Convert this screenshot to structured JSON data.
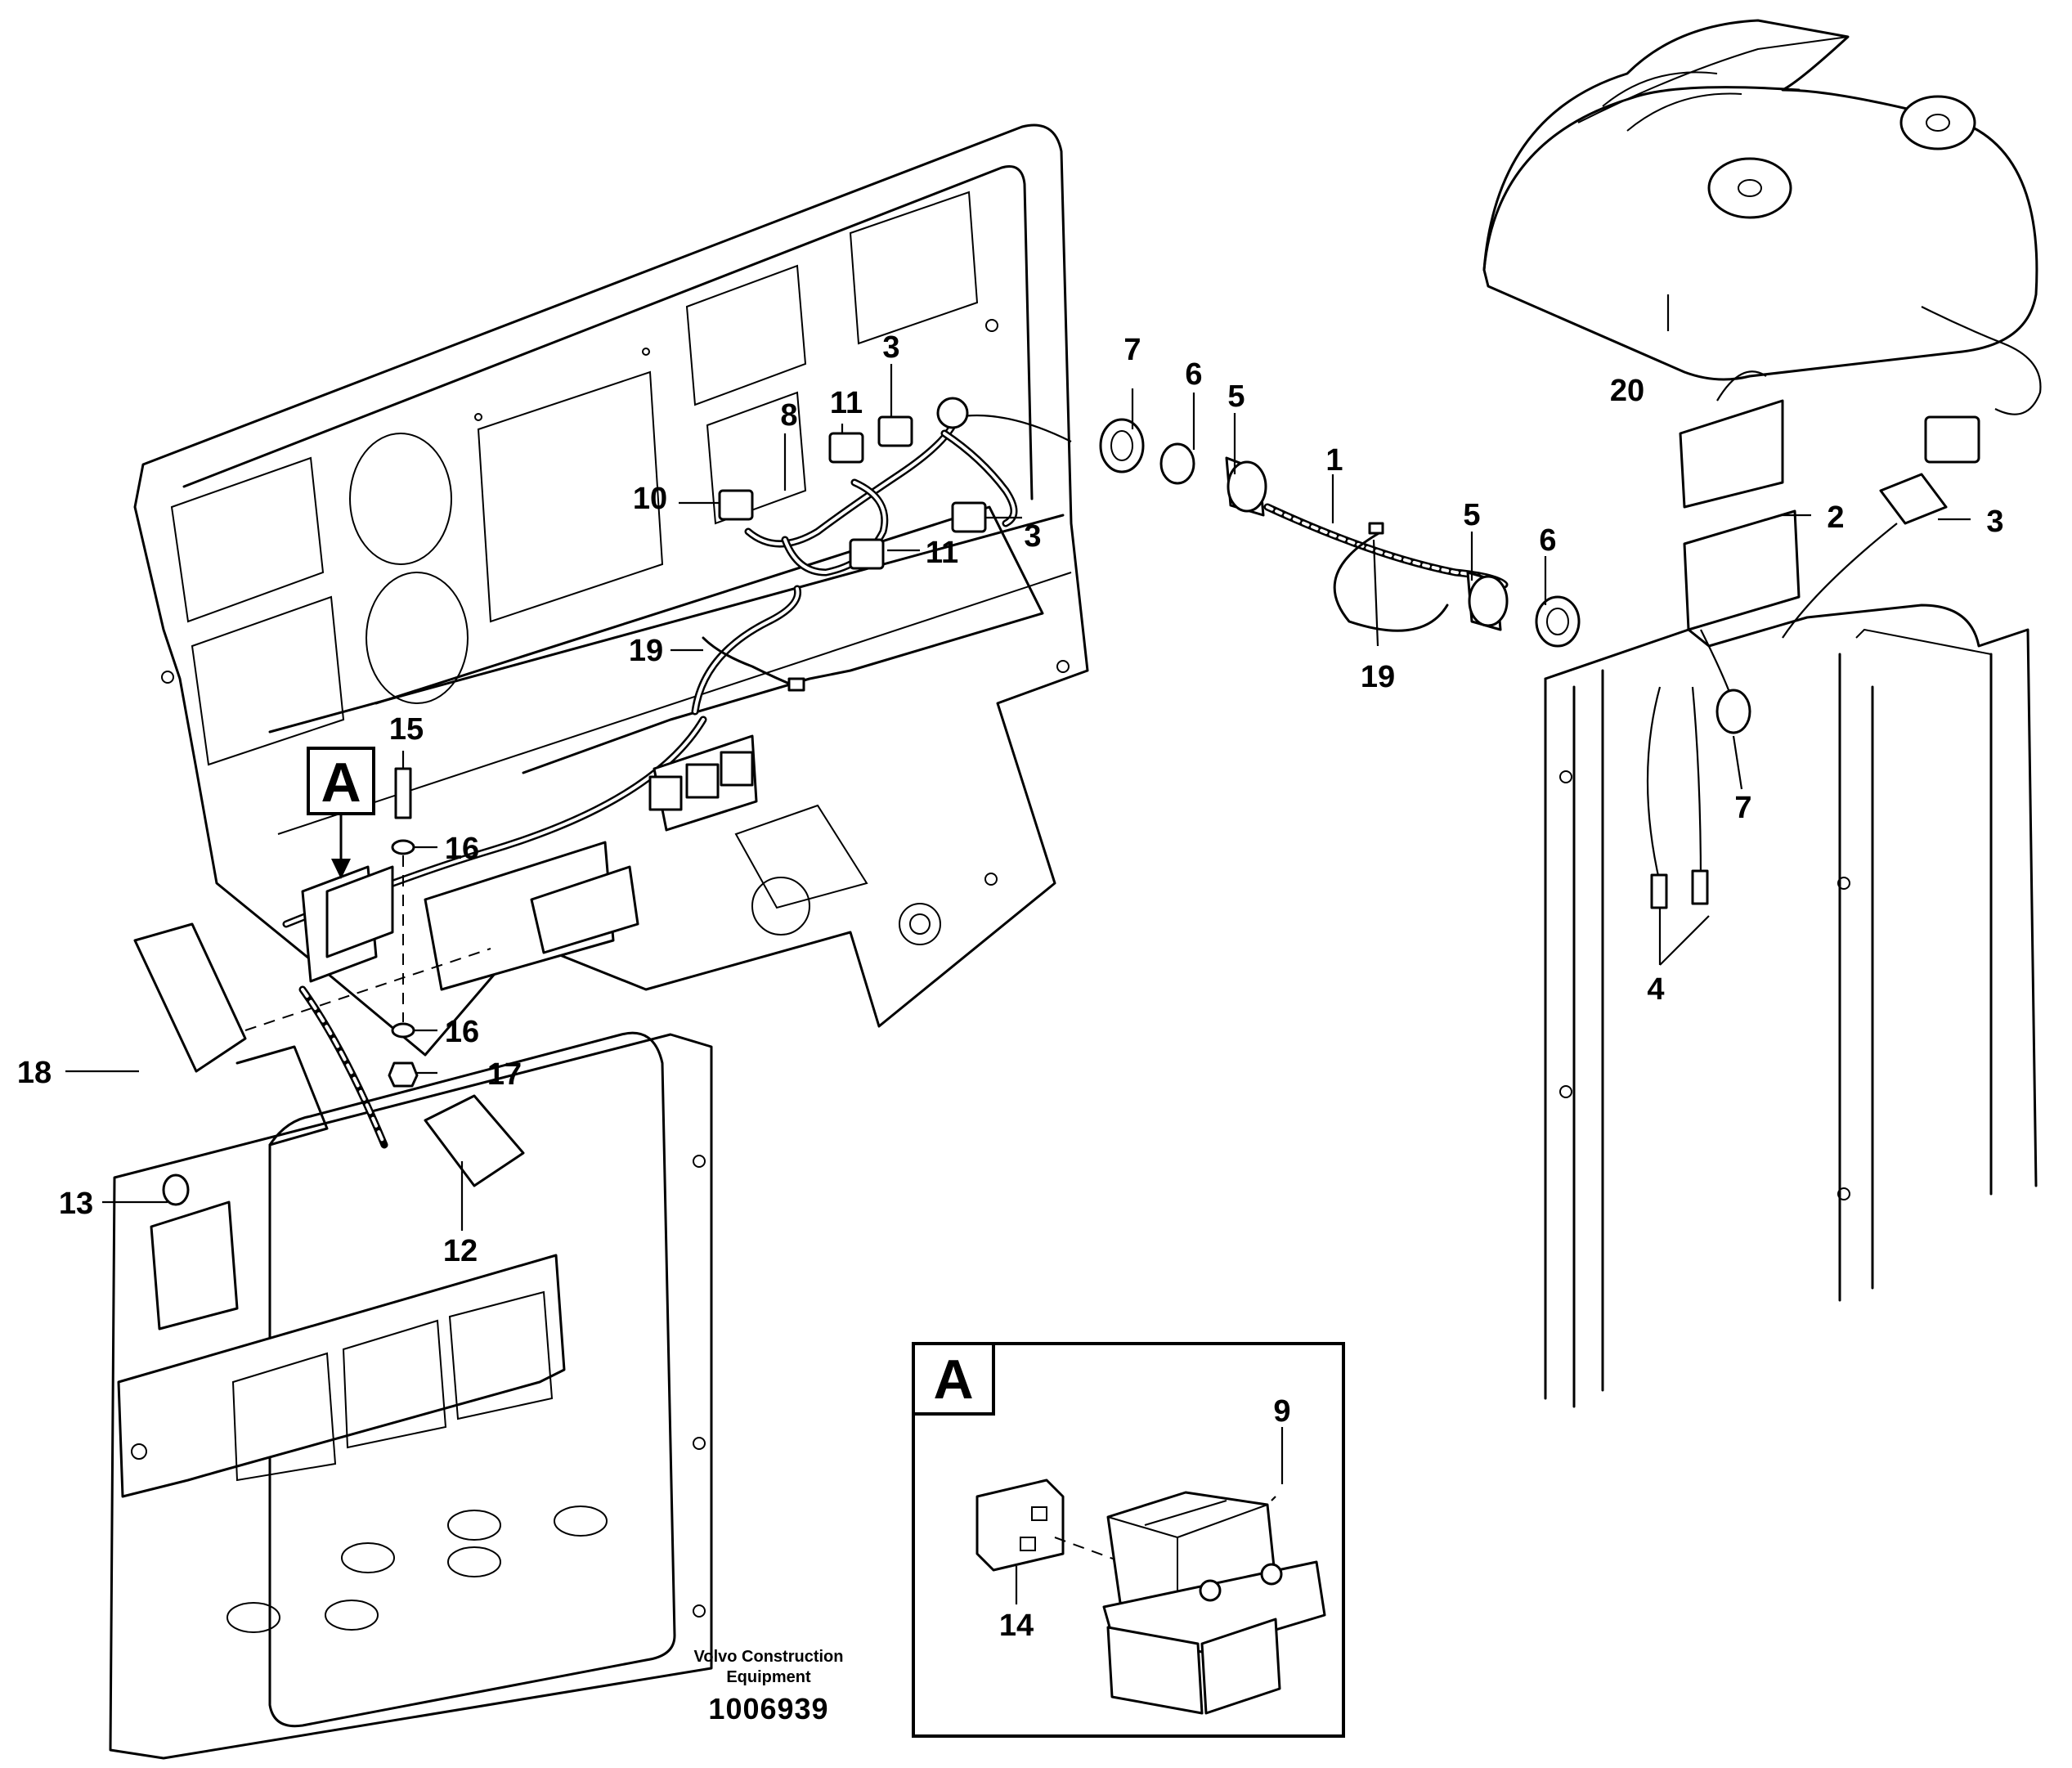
{
  "diagram": {
    "callouts": {
      "c1": "1",
      "c2": "2",
      "c3a": "3",
      "c3b": "3",
      "c3c": "3",
      "c4": "4",
      "c5a": "5",
      "c5b": "5",
      "c6a": "6",
      "c6b": "6",
      "c7a": "7",
      "c7b": "7",
      "c8": "8",
      "c9": "9",
      "c10": "10",
      "c11a": "11",
      "c11b": "11",
      "c12": "12",
      "c13": "13",
      "c14": "14",
      "c15": "15",
      "c16a": "16",
      "c16b": "16",
      "c17": "17",
      "c18": "18",
      "c19a": "19",
      "c19b": "19",
      "c20": "20"
    },
    "detail_marker": "A",
    "detail_box_label": "A"
  },
  "footer": {
    "line1": "Volvo Construction",
    "line2": "Equipment",
    "image_number": "1006939"
  }
}
